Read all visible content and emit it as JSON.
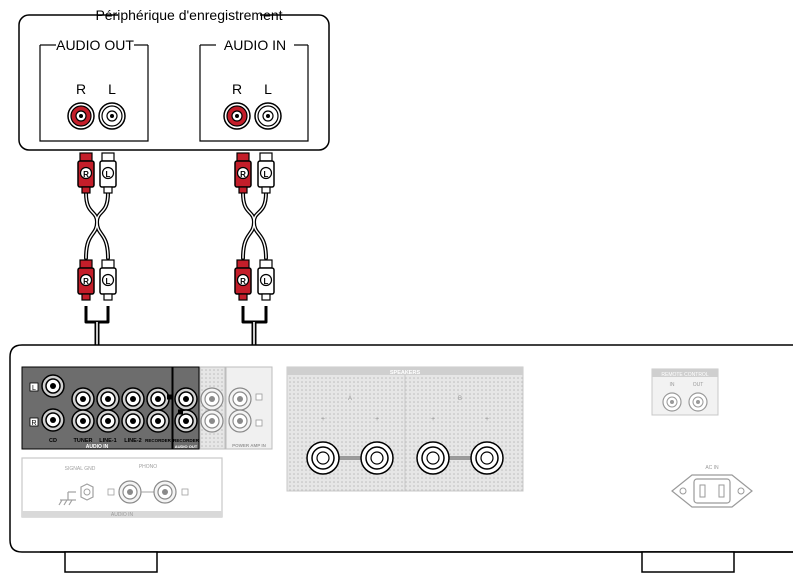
{
  "recorder": {
    "title": "Périphérique d'enregistrement",
    "audio_out": {
      "label": "AUDIO OUT",
      "r": "R",
      "l": "L"
    },
    "audio_in": {
      "label": "AUDIO IN",
      "r": "R",
      "l": "L"
    }
  },
  "plugs": {
    "r": "R",
    "l": "L"
  },
  "amplifier": {
    "side_l": "L",
    "side_r": "R",
    "audio_in_labels": [
      "CD",
      "TUNER",
      "LINE-1",
      "LINE-2",
      "RECORDER"
    ],
    "audio_in_group": "AUDIO IN",
    "recorder_out": "RECORDER",
    "audio_out_group": "AUDIO OUT",
    "power_amp_in": "POWER AMP IN",
    "speakers": "SPEAKERS",
    "spk_a": "A",
    "spk_b": "B",
    "remote_control": "REMOTE CONTROL",
    "remote_in": "IN",
    "remote_out": "OUT",
    "ac_in": "AC IN",
    "signal_gnd": "SIGNAL GND",
    "phono": "PHONO",
    "phono_group": "AUDIO IN"
  },
  "colors": {
    "right_channel": "#c41e2a",
    "left_channel": "#ffffff",
    "panel_dark": "#6d6d6d",
    "panel_light": "#d9d9d9"
  }
}
